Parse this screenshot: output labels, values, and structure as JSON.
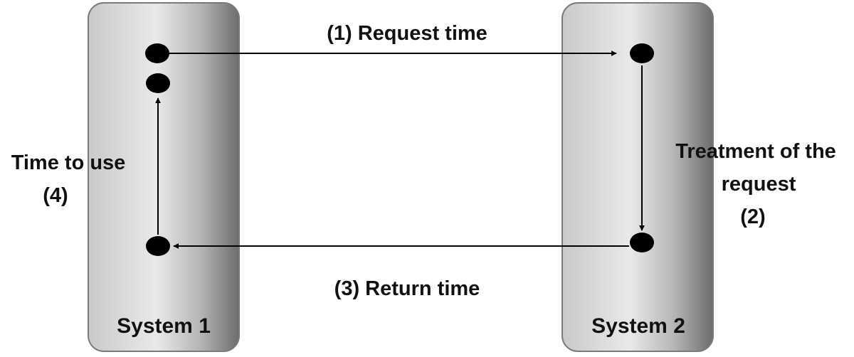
{
  "systems": [
    {
      "label": "System 1"
    },
    {
      "label": "System 2"
    }
  ],
  "steps": {
    "request": "(1) Request time",
    "treatment_line1": "Treatment of the",
    "treatment_line2": "request",
    "treatment_num": "(2)",
    "return": "(3) Return time",
    "use_line1": "Time to use",
    "use_num": "(4)"
  },
  "colors": {
    "box_light": "#ededed",
    "box_dark": "#6e6e6e",
    "box_border": "#7a7a7a",
    "node": "#000000",
    "arrow": "#000000"
  }
}
